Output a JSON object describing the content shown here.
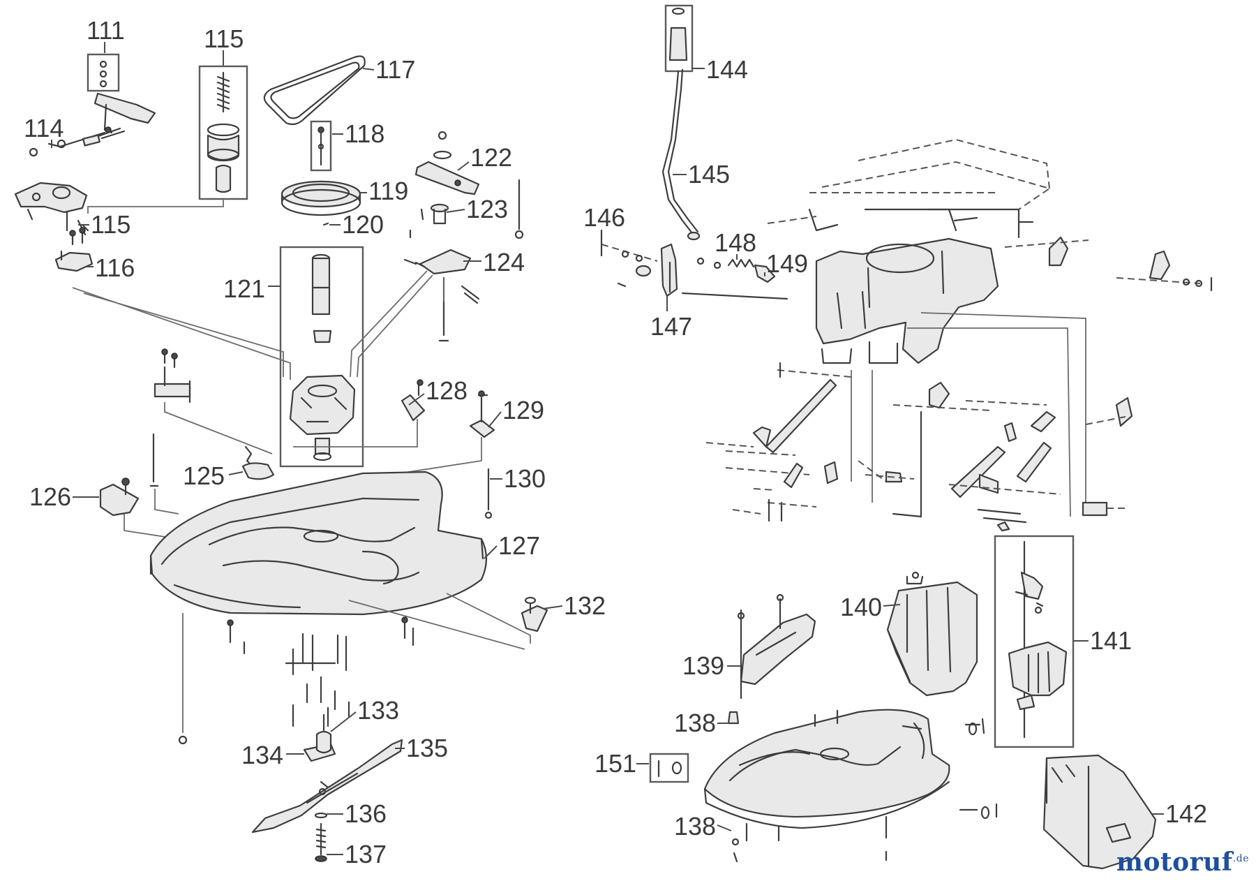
{
  "callouts": {
    "c111": "111",
    "c115a": "115",
    "c117": "117",
    "c114": "114",
    "c118": "118",
    "c122": "122",
    "c119": "119",
    "c123": "123",
    "c115b": "115",
    "c120": "120",
    "c124": "124",
    "c116": "116",
    "c121": "121",
    "c128": "128",
    "c129": "129",
    "c125": "125",
    "c130": "130",
    "c126": "126",
    "c127": "127",
    "c132": "132",
    "c133": "133",
    "c134": "134",
    "c135": "135",
    "c136": "136",
    "c137": "137",
    "c144": "144",
    "c145": "145",
    "c146": "146",
    "c148": "148",
    "c149": "149",
    "c147": "147",
    "c140": "140",
    "c141": "141",
    "c139": "139",
    "c138a": "138",
    "c151": "151",
    "c138b": "138",
    "c142": "142"
  },
  "watermark": {
    "name": "motoruf",
    "tld": ".de"
  },
  "colors": {
    "line": "#3d3d3d",
    "label": "#3a3a3a",
    "watermark": "#1d4f9c",
    "watermark_accent": "#c69217"
  }
}
